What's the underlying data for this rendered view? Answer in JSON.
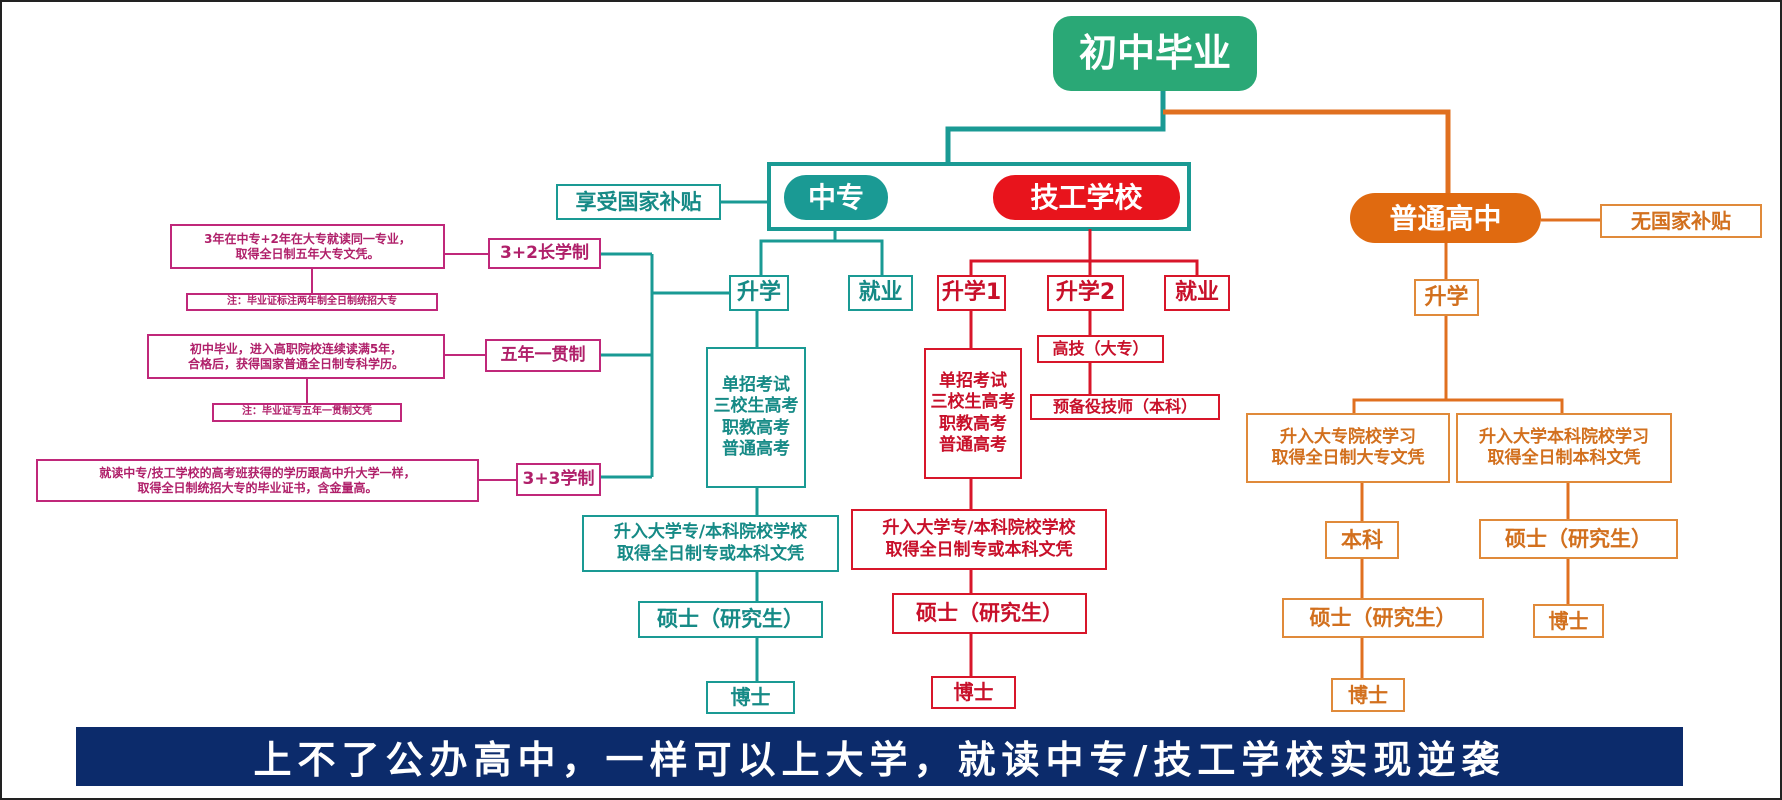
{
  "root": "初中毕业",
  "zhongzhuan": {
    "label": "中专",
    "subsidy": "享受国家补贴",
    "shengxue": "升学",
    "jiuye": "就业",
    "exams": "单招考试\n三校生高考\n职教高考\n普通高考",
    "university": "升入大学专/本科院校学校\n取得全日制专或本科文凭",
    "master": "硕士（研究生）",
    "doctor": "博士",
    "programs": [
      {
        "label": "3+2长学制",
        "desc": "3年在中专+2年在大专就读同一专业，\n取得全日制五年大专文凭。",
        "note": "注：毕业证标注两年制全日制统招大专"
      },
      {
        "label": "五年一贯制",
        "desc": "初中毕业，进入高职院校连续读满5年，\n合格后，获得国家普通全日制专科学历。",
        "note": "注：毕业证写五年一贯制文凭"
      },
      {
        "label": "3+3学制",
        "desc": "就读中专/技工学校的高考班获得的学历跟高中升大学一样，\n取得全日制统招大专的毕业证书，含金量高。"
      }
    ]
  },
  "jigong": {
    "label": "技工学校",
    "shengxue1": "升学1",
    "shengxue2": "升学2",
    "jiuye": "就业",
    "exams": "单招考试\n三校生高考\n职教高考\n普通高考",
    "gaoji": "高技（大专）",
    "yubei": "预备役技师（本科）",
    "university": "升入大学专/本科院校学校\n取得全日制专或本科文凭",
    "master": "硕士（研究生）",
    "doctor": "博士"
  },
  "gaozhong": {
    "label": "普通高中",
    "subsidy": "无国家补贴",
    "shengxue": "升学",
    "dazhuan": "升入大专院校学习\n取得全日制大专文凭",
    "benke_school": "升入大学本科院校学习\n取得全日制本科文凭",
    "benke": "本科",
    "master_left": "硕士（研究生）",
    "doctor_left": "博士",
    "master_right": "硕士（研究生）",
    "doctor_right": "博士"
  },
  "banner": "上不了公办高中，一样可以上大学，就读中专/技工学校实现逆袭",
  "colors": {
    "root": "#2aa876",
    "zhongzhuan": "#1a9a94",
    "jigong": "#e8141c",
    "gaozhong": "#e06a10",
    "programs": "#c0287a",
    "banner": "#0c2b6b"
  }
}
